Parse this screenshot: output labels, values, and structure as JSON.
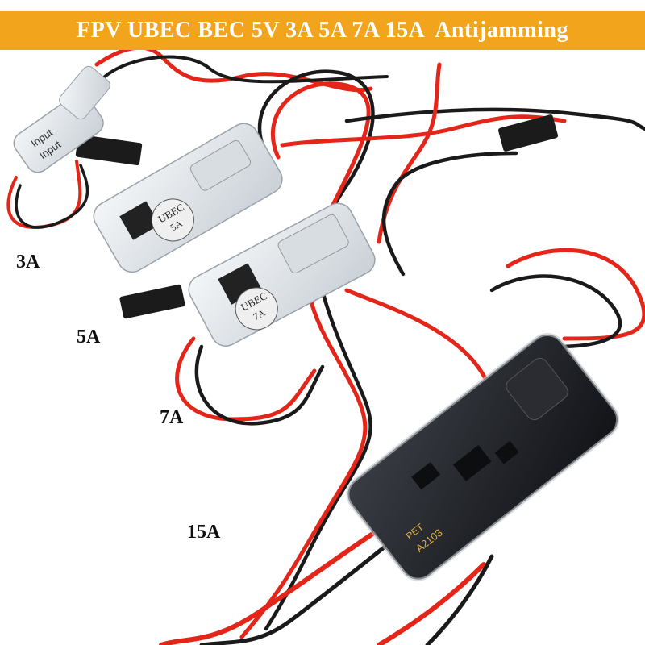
{
  "banner": {
    "title": "FPV UBEC BEC 5V 3A 5A 7A 15A  Antijamming",
    "background": "#f2a51c",
    "text_color": "#ffffff"
  },
  "labels": {
    "a3": "3A",
    "a5": "5A",
    "a7": "7A",
    "a15": "15A"
  },
  "modules": {
    "m5_text": "UBEC",
    "m5_sub": "5A",
    "m7_text": "UBEC",
    "m7_sub": "7A",
    "m3_text1": "Input",
    "m3_text2": "Input",
    "m15_text1": "A2103",
    "m15_text2": "PET"
  },
  "colors": {
    "wire_red": "#e32619",
    "wire_black": "#1a1a1a",
    "pcb_dark": "#1d1f24"
  }
}
